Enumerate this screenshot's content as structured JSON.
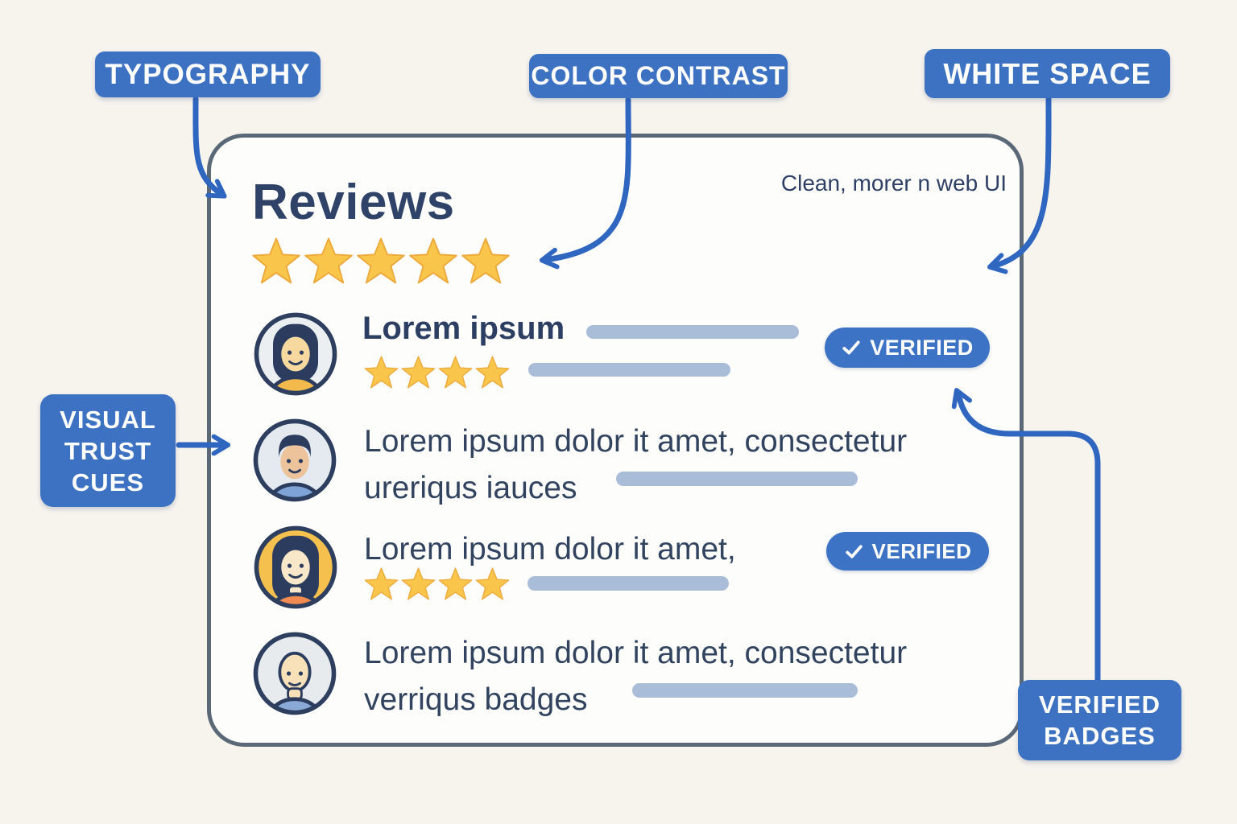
{
  "palette": {
    "page_bg": "#F7F4EE",
    "card_bg": "#FDFDFB",
    "card_border": "#5A6878",
    "label_blue": "#3D72C3",
    "arrow_blue": "#2F66C0",
    "heading_navy": "#2F4268",
    "body_navy": "#31435F",
    "star_fill": "#F9C64B",
    "star_stroke": "#EDA93B",
    "bar_gray": "#A9BDD8",
    "badge_blue": "#3D73C5"
  },
  "annotations": {
    "typography": "TYPOGRAPHY",
    "color_contrast": "COLOR CONTRAST",
    "white_space": "WHITE SPACE",
    "visual_trust_cues_lines": [
      "VISUAL",
      "TRUST",
      "CUES"
    ],
    "verified_badges_lines": [
      "VERIFIED",
      "BADGES"
    ]
  },
  "card": {
    "title": "Reviews",
    "subtitle": "Clean, morer n web UI",
    "overall_stars": 5,
    "reviews": [
      {
        "avatar": "woman-long-hair",
        "name": "Lorem ipsum",
        "stars": 4,
        "verified": true,
        "badge_label": "VERIFIED"
      },
      {
        "avatar": "man-short-hair",
        "line1": "Lorem ipsum dolor it amet, consectetur",
        "line2": "ureriqus iauces",
        "verified": false
      },
      {
        "avatar": "woman-orange-top",
        "line1": "Lorem ipsum dolor it amet,",
        "stars": 4,
        "verified": true,
        "badge_label": "VERIFIED"
      },
      {
        "avatar": "bald-man",
        "line1": "Lorem ipsum dolor it amet, consectetur",
        "line2": "verriqus badges",
        "verified": false
      }
    ]
  }
}
